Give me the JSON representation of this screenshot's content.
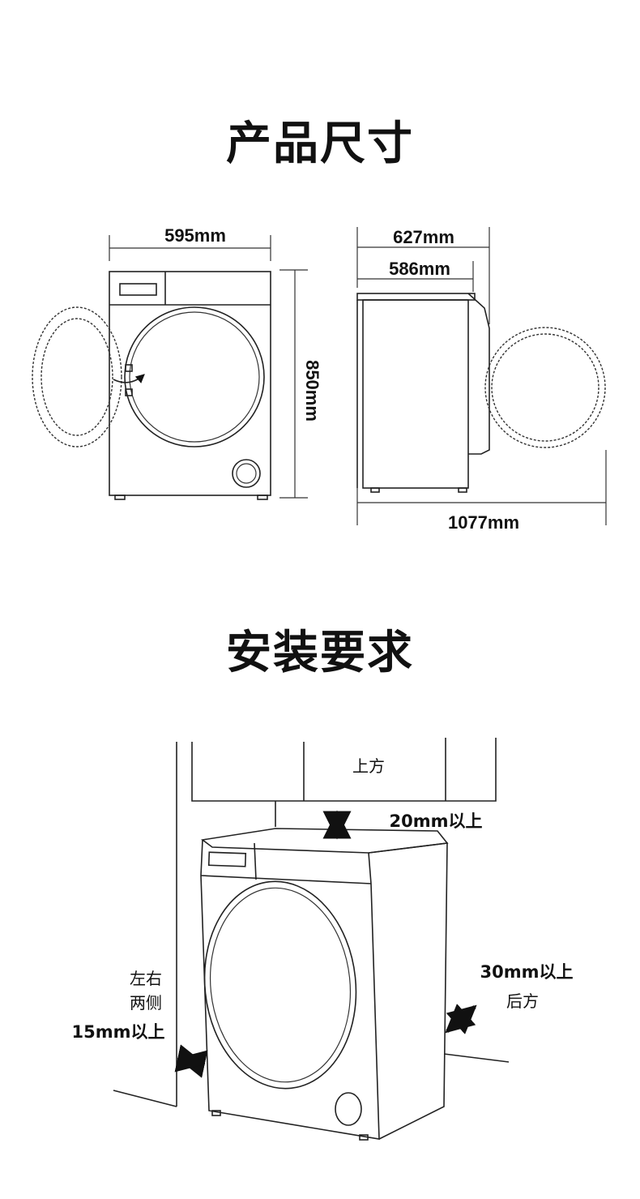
{
  "section1": {
    "title": "产品尺寸",
    "front": {
      "width_label": "595mm",
      "height_label": "850mm"
    },
    "side": {
      "depth_label": "627mm",
      "body_depth_label": "586mm",
      "door_open_label": "1077mm"
    }
  },
  "section2": {
    "title": "安装要求",
    "top": {
      "position": "上方",
      "clearance": "20mm以上"
    },
    "sides": {
      "position_line1": "左右",
      "position_line2": "两侧",
      "clearance": "15mm以上"
    },
    "back": {
      "clearance": "30mm以上",
      "position": "后方"
    }
  }
}
